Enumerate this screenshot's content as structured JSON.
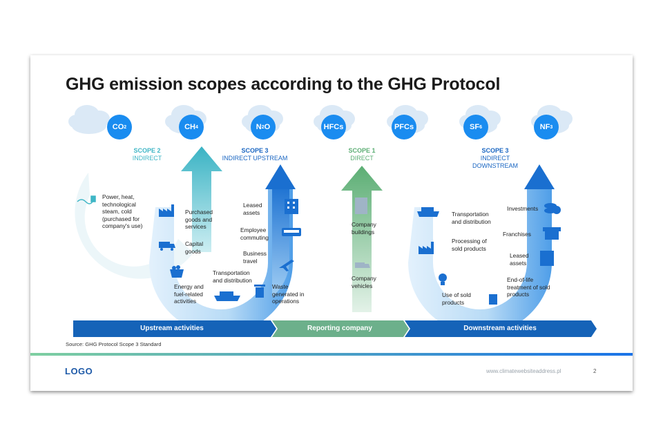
{
  "slide": {
    "title": "GHG emission scopes according to the GHG Protocol",
    "source": "Source: GHG Protocol Scope 3 Standard",
    "logo": "LOGO",
    "website": "www.climatewebsiteaddress.pl",
    "page_number": "2"
  },
  "gases": [
    {
      "base": "CO",
      "sub": "2"
    },
    {
      "base": "CH",
      "sub": "4"
    },
    {
      "base": "N",
      "sub": "2",
      "tail": "O"
    },
    {
      "base": "HFCs",
      "sub": ""
    },
    {
      "base": "PFCs",
      "sub": ""
    },
    {
      "base": "SF",
      "sub": "6"
    },
    {
      "base": "NF",
      "sub": "3"
    }
  ],
  "scopes": {
    "scope2": {
      "heading": "SCOPE 2",
      "sub": "INDIRECT",
      "color": "#3fb6c6"
    },
    "scope3_up": {
      "heading": "SCOPE 3",
      "sub": "INDIRECT UPSTREAM",
      "color": "#1a66c2"
    },
    "scope1": {
      "heading": "SCOPE 1",
      "sub": "DIRECT",
      "color": "#5cae74"
    },
    "scope3_down": {
      "heading": "SCOPE 3",
      "sub": "INDIRECT\nDOWNSTREAM",
      "color": "#1a66c2"
    }
  },
  "labels": {
    "power": "Power, heat,\ntechnological\nsteam, cold\n(purchased for\ncompany's use)",
    "purchased": "Purchased\ngoods and\nservices",
    "capital": "Capital\ngoods",
    "energy": "Energy and\nfuel-related\nactivities",
    "leased_up": "Leased\nassets",
    "employee": "Employee\ncommuting",
    "business": "Business\ntravel",
    "transport_up": "Transportation\nand distribution",
    "waste": "Waste\ngenerated in\noperations",
    "buildings": "Company\nbuildings",
    "vehicles": "Company\nvehicles",
    "transport_down": "Transportation\nand distribution",
    "processing": "Processing of\nsold products",
    "use": "Use of sold\nproducts",
    "investments": "Investments",
    "franchises": "Franchises",
    "leased_down": "Leased\nassets",
    "eol": "End-of-life\ntreatment of sold\nproducts"
  },
  "banner": {
    "upstream": "Upstream activities",
    "reporting": "Reporting company",
    "downstream": "Downstream activities",
    "colors": {
      "upstream": "#1563b8",
      "reporting": "#6cb08b",
      "downstream": "#1563b8"
    }
  },
  "icons": [
    "plug-icon",
    "factory-icon",
    "truck-icon",
    "coal-cart-icon",
    "building-icon",
    "bus-icon",
    "plane-icon",
    "ship-icon",
    "trash-icon",
    "recycle-icon",
    "lightbulb-icon",
    "coins-icon",
    "shop-icon"
  ]
}
